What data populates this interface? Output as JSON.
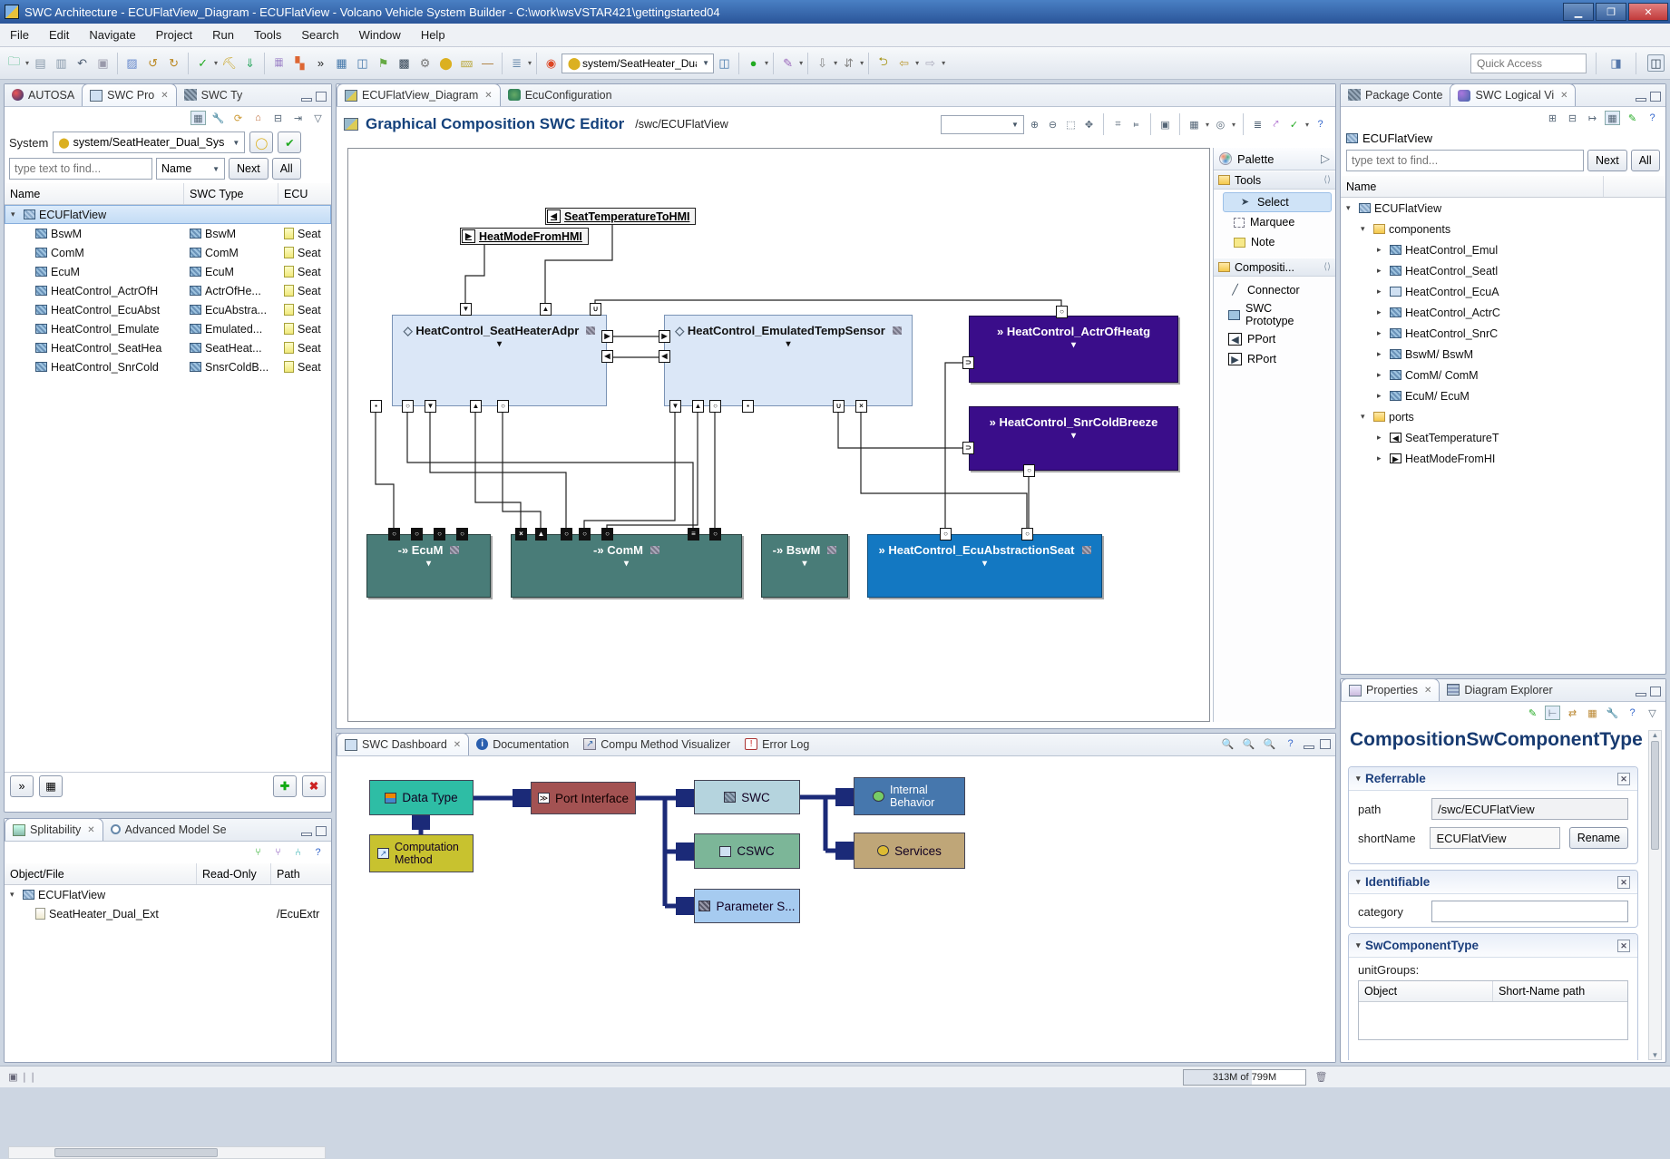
{
  "window": {
    "title": "SWC Architecture - ECUFlatView_Diagram - ECUFlatView - Volcano Vehicle System Builder - C:\\work\\wsVSTAR421\\gettingstarted04"
  },
  "menubar": {
    "items": [
      "File",
      "Edit",
      "Navigate",
      "Project",
      "Run",
      "Tools",
      "Search",
      "Window",
      "Help"
    ]
  },
  "toolbar": {
    "system_combo": "system/SeatHeater_Dua",
    "quick_access_placeholder": "Quick Access"
  },
  "left_panel": {
    "tabs": {
      "autosar": "AUTOSA",
      "swc_pro": "SWC Pro",
      "swc_ty": "SWC Ty"
    },
    "system_label": "System",
    "system_value": "system/SeatHeater_Dual_Sys",
    "filter_placeholder": "type text to find...",
    "search_field": "Name",
    "btn_next": "Next",
    "btn_all": "All",
    "col_name": "Name",
    "col_type": "SWC Type",
    "col_ecu": "ECU",
    "root": "ECUFlatView",
    "rows": [
      {
        "name": "BswM",
        "type": "BswM",
        "ecu": "Seat"
      },
      {
        "name": "ComM",
        "type": "ComM",
        "ecu": "Seat"
      },
      {
        "name": "EcuM",
        "type": "EcuM",
        "ecu": "Seat"
      },
      {
        "name": "HeatControl_ActrOfH",
        "type": "ActrOfHe...",
        "ecu": "Seat"
      },
      {
        "name": "HeatControl_EcuAbst",
        "type": "EcuAbstra...",
        "ecu": "Seat"
      },
      {
        "name": "HeatControl_Emulate",
        "type": "Emulated...",
        "ecu": "Seat"
      },
      {
        "name": "HeatControl_SeatHea",
        "type": "SeatHeat...",
        "ecu": "Seat"
      },
      {
        "name": "HeatControl_SnrCold",
        "type": "SnsrColdB...",
        "ecu": "Seat"
      }
    ]
  },
  "splitability": {
    "tab1": "Splitability",
    "tab2": "Advanced Model Se",
    "col_object": "Object/File",
    "col_readonly": "Read-Only",
    "col_path": "Path",
    "root": "ECUFlatView",
    "row": {
      "name": "SeatHeater_Dual_Ext",
      "path": "/EcuExtr"
    }
  },
  "editor": {
    "tab1": "ECUFlatView_Diagram",
    "tab2": "EcuConfiguration",
    "title": "Graphical Composition SWC Editor",
    "subtitle": "/swc/ECUFlatView"
  },
  "diagram": {
    "port_labels": {
      "seat_temp": "SeatTemperatureToHMI",
      "heat_mode": "HeatModeFromHMI"
    },
    "nodes": {
      "seatheater": "HeatControl_SeatHeaterAdpr",
      "emulated": "HeatControl_EmulatedTempSensor",
      "actr": "HeatControl_ActrOfHeatg",
      "snr": "HeatControl_SnrColdBreeze",
      "ecum": "EcuM",
      "comm": "ComM",
      "bswm": "BswM",
      "ecuabs": "HeatControl_EcuAbstractionSeat"
    }
  },
  "palette": {
    "title": "Palette",
    "tools_group": "Tools",
    "tools": [
      {
        "label": "Select"
      },
      {
        "label": "Marquee"
      },
      {
        "label": "Note"
      }
    ],
    "comp_group": "Compositi...",
    "comp": [
      {
        "label": "Connector"
      },
      {
        "label": "SWC Prototype"
      },
      {
        "label": "PPort"
      },
      {
        "label": "RPort"
      }
    ]
  },
  "dashboard": {
    "tab1": "SWC Dashboard",
    "tab2": "Documentation",
    "tab3": "Compu Method Visualizer",
    "tab4": "Error Log",
    "nodes": {
      "datatype": "Data Type",
      "compmethod": "Computation Method",
      "portif": "Port Interface",
      "swc": "SWC",
      "cswc": "CSWC",
      "param": "Parameter S...",
      "internal": "Internal Behavior",
      "services": "Services"
    }
  },
  "right_panel": {
    "tab1": "Package Conte",
    "tab2": "SWC Logical Vi",
    "root_label": "ECUFlatView",
    "filter_placeholder": "type text to find...",
    "btn_next": "Next",
    "btn_all": "All",
    "col_name": "Name",
    "tree_root": "ECUFlatView",
    "components_folder": "components",
    "components": [
      {
        "label": "HeatControl_Emul"
      },
      {
        "label": "HeatControl_Seatl"
      },
      {
        "label": "HeatControl_EcuA"
      },
      {
        "label": "HeatControl_ActrC"
      },
      {
        "label": "HeatControl_SnrC"
      },
      {
        "label": "BswM/ BswM"
      },
      {
        "label": "ComM/ ComM"
      },
      {
        "label": "EcuM/ EcuM"
      }
    ],
    "ports_folder": "ports",
    "ports": [
      {
        "label": "SeatTemperatureT"
      },
      {
        "label": "HeatModeFromHI"
      }
    ]
  },
  "properties": {
    "tab1": "Properties",
    "tab2": "Diagram Explorer",
    "title": "CompositionSwComponentType",
    "sec_referrable": "Referrable",
    "sec_identifiable": "Identifiable",
    "sec_swcomponent": "SwComponentType",
    "path_label": "path",
    "path_value": "/swc/ECUFlatView",
    "shortname_label": "shortName",
    "shortname_value": "ECUFlatView",
    "rename_btn": "Rename",
    "category_label": "category",
    "unitgroups_label": "unitGroups:",
    "col_object": "Object",
    "col_shortname": "Short-Name path"
  },
  "statusbar": {
    "heap": "313M of 799M"
  }
}
